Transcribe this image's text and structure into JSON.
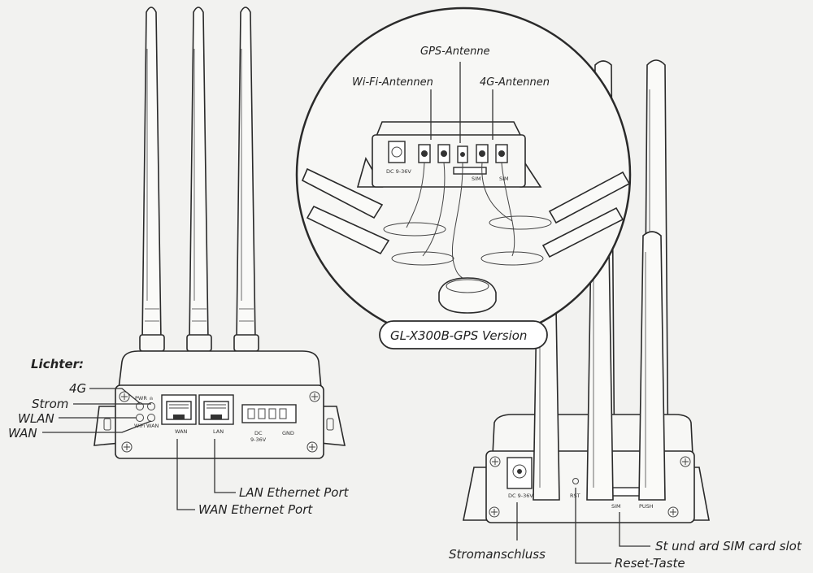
{
  "labels": {
    "lights_heading": "Lichter:",
    "led_4g": "4G",
    "led_power": "Strom",
    "led_wlan": "WLAN",
    "led_wan": "WAN",
    "lan_port": "LAN Ethernet Port",
    "wan_port": "WAN Ethernet Port",
    "gps_antenna": "GPS-Antenne",
    "wifi_antennas": "Wi-Fi-Antennen",
    "lte_antennas": "4G-Antennen",
    "version_badge": "GL-X300B-GPS Version",
    "power_jack": "Stromanschluss",
    "sim_slot": "St und ard SIM card slot",
    "reset_button": "Reset-Taste"
  },
  "device_front": {
    "pwr": "PWR",
    "wifi": "WiFi",
    "wan_led": "WAN",
    "wan_port": "WAN",
    "lan_port": "LAN",
    "dc": "DC",
    "dc_range": "9-36V",
    "gnd": "GND"
  },
  "device_back": {
    "dc": "DC 9-36V",
    "rst": "RST",
    "sim": "SIM",
    "push": "PUSH"
  },
  "device_inset": {
    "dc": "DC 9-36V",
    "sim": "SIM",
    "sim2": "SIM"
  }
}
